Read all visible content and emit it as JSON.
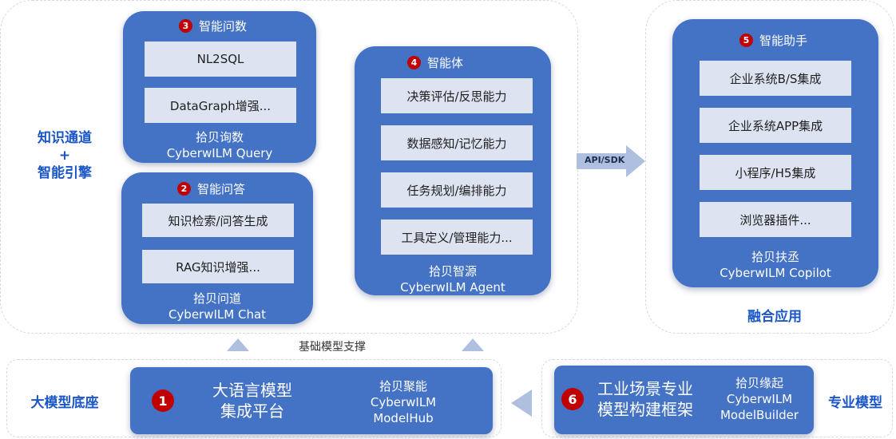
{
  "left_group": {
    "label_line1": "知识通道",
    "label_line2": "+",
    "label_line3": "智能引擎"
  },
  "query_box": {
    "number": "3",
    "title": "智能问数",
    "items": [
      "NL2SQL",
      "DataGraph增强..."
    ],
    "name_cn": "拾贝询数",
    "name_en": "CyberwILM Query"
  },
  "chat_box": {
    "number": "2",
    "title": "智能问答",
    "items": [
      "知识检索/问答生成",
      "RAG知识增强..."
    ],
    "name_cn": "拾贝问道",
    "name_en": "CyberwILM Chat"
  },
  "agent_box": {
    "number": "4",
    "title": "智能体",
    "items": [
      "决策评估/反思能力",
      "数据感知/记忆能力",
      "任务规划/编排能力",
      "工具定义/管理能力..."
    ],
    "name_cn": "拾贝智源",
    "name_en": "CyberwILM Agent"
  },
  "api_label": "API/SDK",
  "copilot_box": {
    "number": "5",
    "title": "智能助手",
    "items": [
      "企业系统B/S集成",
      "企业系统APP集成",
      "小程序/H5集成",
      "浏览器插件..."
    ],
    "name_cn": "拾贝扶丞",
    "name_en": "CyberwILM Copilot"
  },
  "right_group_label": "融合应用",
  "support_label": "基础模型支撑",
  "base_group_label": "大模型底座",
  "hub_box": {
    "number": "1",
    "title_line1": "大语言模型",
    "title_line2": "集成平台",
    "name_cn": "拾贝聚能",
    "name_en1": "CyberwILM",
    "name_en2": "ModelHub"
  },
  "builder_box": {
    "number": "6",
    "title_line1": "工业场景专业",
    "title_line2": "模型构建框架",
    "name_cn": "拾贝缘起",
    "name_en1": "CyberwILM",
    "name_en2": "ModelBuilder"
  },
  "special_group_label": "专业模型",
  "colors": {
    "card": "#4472c4",
    "item": "#dde3f0",
    "badge": "#c00000",
    "label": "#1a56c8",
    "arrow": "#aebfe0"
  }
}
